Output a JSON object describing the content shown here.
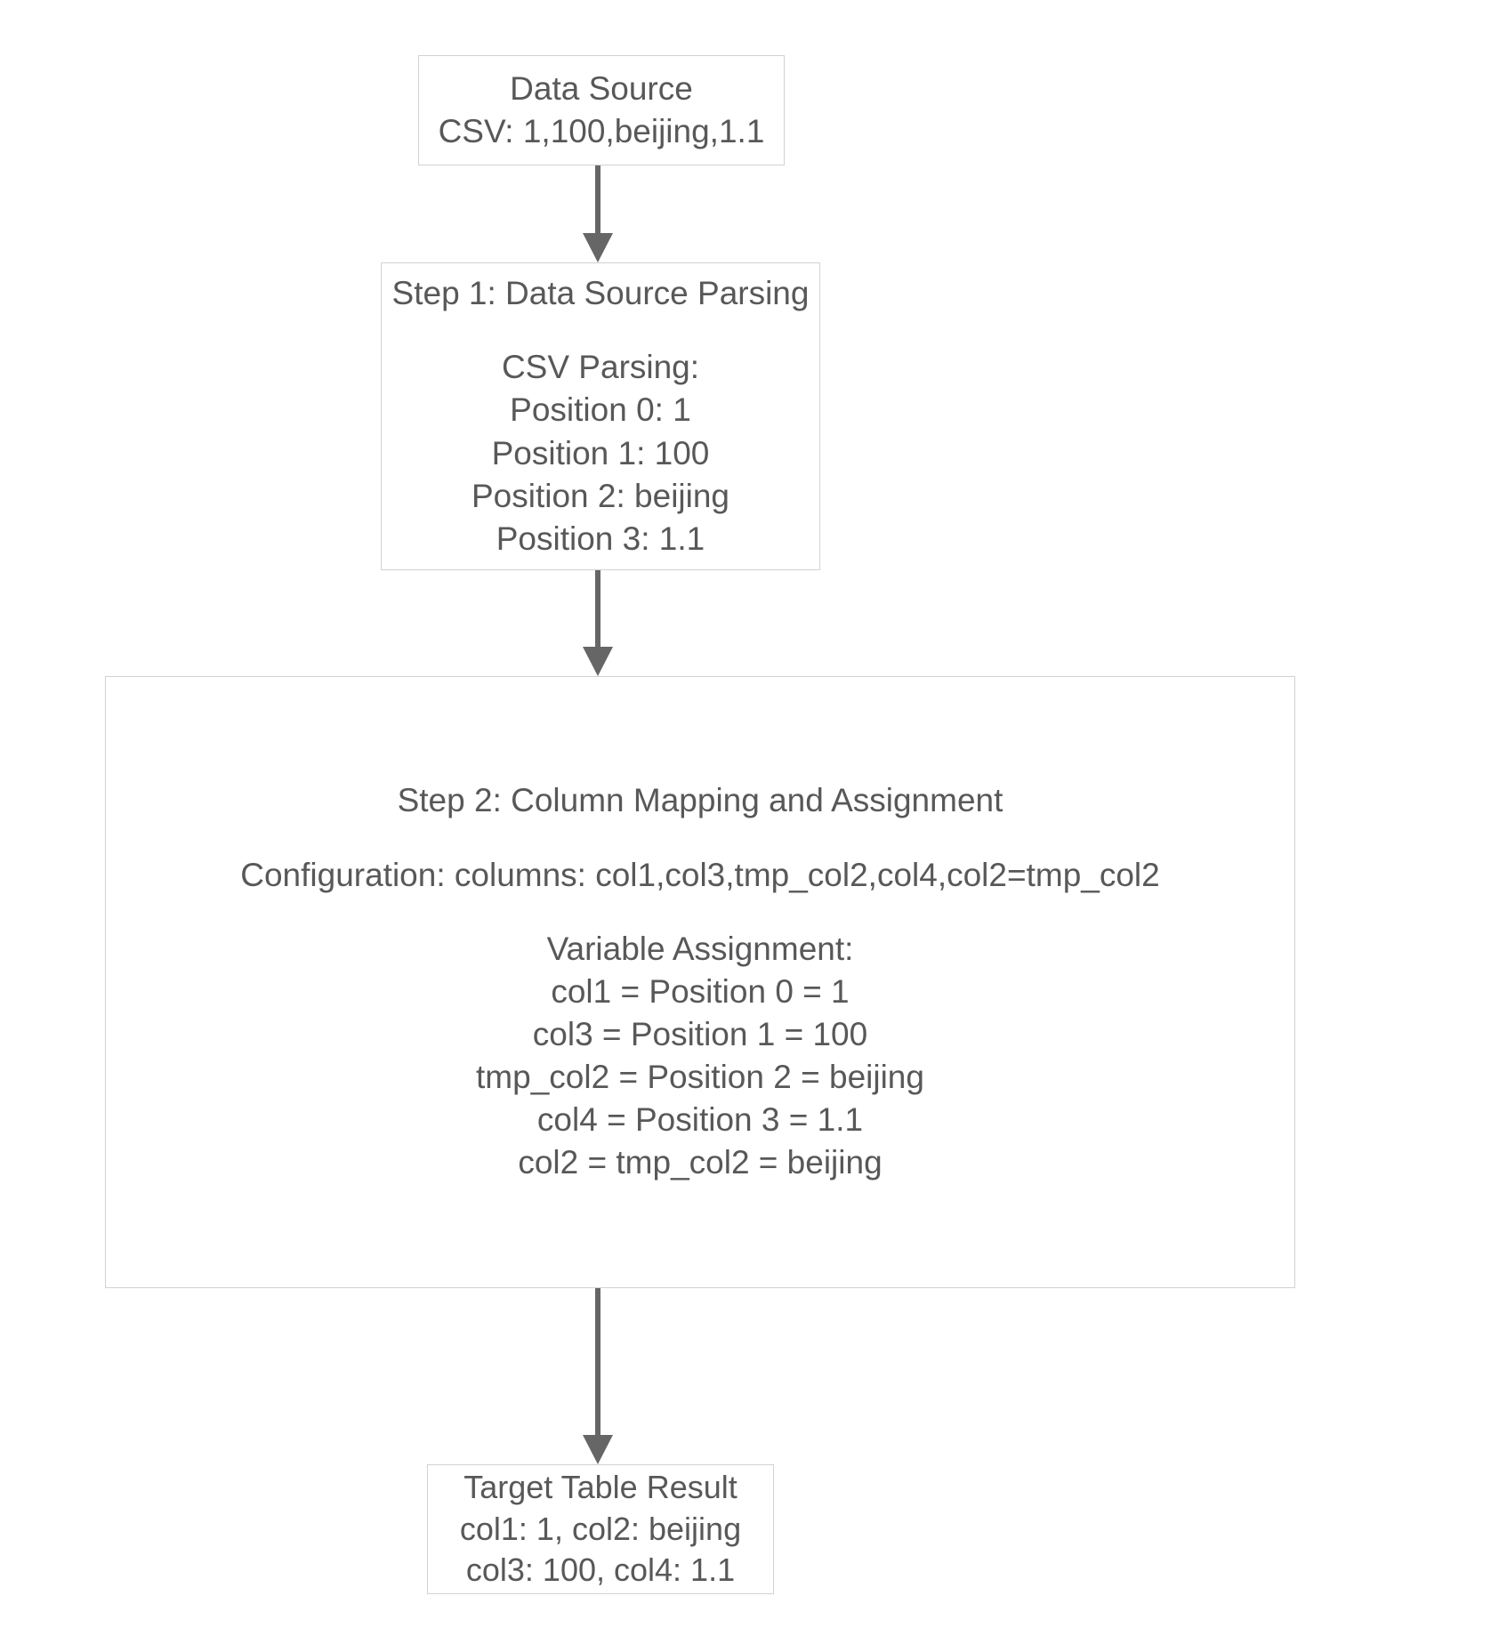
{
  "diagram": {
    "type": "flowchart",
    "orientation": "top-to-bottom",
    "background_color": "#ffffff",
    "node_border_color": "#d2d2d2",
    "node_fill_color": "#ffffff",
    "text_color": "#58585a",
    "arrow_color": "#666666"
  },
  "nodes": {
    "source": {
      "title": "Data Source",
      "line2": "CSV: 1,100,beijing,1.1"
    },
    "step1": {
      "title": "Step 1: Data Source Parsing",
      "section_label": "CSV Parsing:",
      "rows": [
        "Position 0: 1",
        "Position 1: 100",
        "Position 2: beijing",
        "Position 3: 1.1"
      ]
    },
    "step2": {
      "title": "Step 2: Column Mapping and Assignment",
      "configuration": "Configuration: columns: col1,col3,tmp_col2,col4,col2=tmp_col2",
      "section_label": "Variable Assignment:",
      "rows": [
        "col1 = Position 0 = 1",
        "col3 = Position 1 = 100",
        "tmp_col2 = Position 2 = beijing",
        "col4 = Position 3 = 1.1",
        "col2 = tmp_col2 = beijing"
      ]
    },
    "result": {
      "title": "Target Table Result",
      "line2": "col1: 1, col2: beijing",
      "line3": "col3: 100, col4: 1.1"
    }
  },
  "edges": [
    {
      "from": "source",
      "to": "step1"
    },
    {
      "from": "step1",
      "to": "step2"
    },
    {
      "from": "step2",
      "to": "result"
    }
  ]
}
